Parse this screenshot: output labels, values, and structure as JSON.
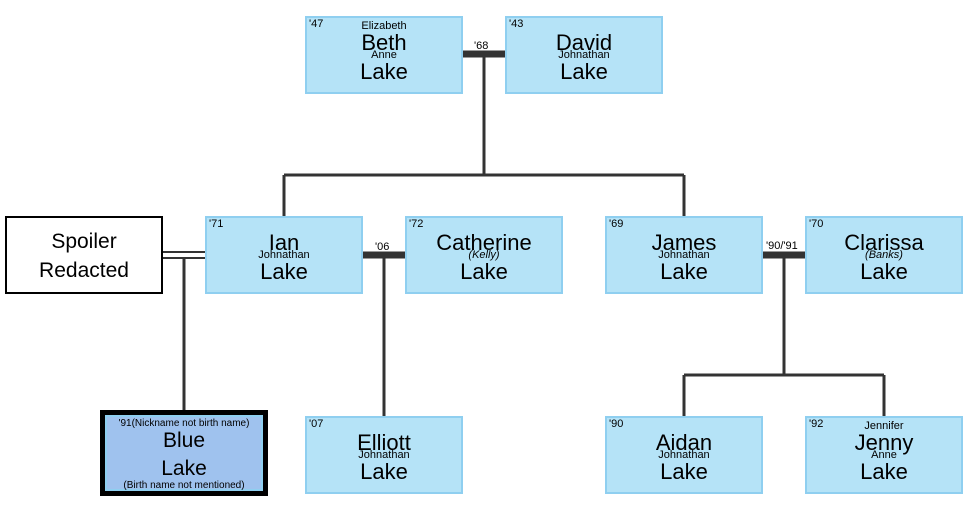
{
  "people": {
    "beth": {
      "year": "'47",
      "top": "Elizabeth",
      "first": "Beth",
      "middle": "Anne",
      "last": "Lake"
    },
    "david": {
      "year": "'43",
      "first": "David",
      "middle": "Johnathan",
      "last": "Lake"
    },
    "spoiler": {
      "first": "Spoiler",
      "last": "Redacted"
    },
    "ian": {
      "year": "'71",
      "first": "Ian",
      "middle": "Johnathan",
      "last": "Lake"
    },
    "catherine": {
      "year": "'72",
      "first": "Catherine",
      "middle": "(Kelly)",
      "last": "Lake"
    },
    "james": {
      "year": "'69",
      "first": "James",
      "middle": "Johnathan",
      "last": "Lake"
    },
    "clarissa": {
      "year": "'70",
      "first": "Clarissa",
      "middle": "(Banks)",
      "last": "Lake"
    },
    "blue": {
      "year_note": "'91(Nickname not birth name)",
      "first": "Blue",
      "last": "Lake",
      "bottom_note": "(Birth name not mentioned)"
    },
    "elliott": {
      "year": "'07",
      "first": "Elliott",
      "middle": "Johnathan",
      "last": "Lake"
    },
    "aidan": {
      "year": "'90",
      "first": "Aidan",
      "middle": "Johnathan",
      "last": "Lake"
    },
    "jenny": {
      "year": "'92",
      "top": "Jennifer",
      "first": "Jenny",
      "middle": "Anne",
      "last": "Lake"
    }
  },
  "marriages": {
    "beth_david": "'68",
    "ian_catherine": "'06",
    "james_clarissa": "'90/'91"
  }
}
